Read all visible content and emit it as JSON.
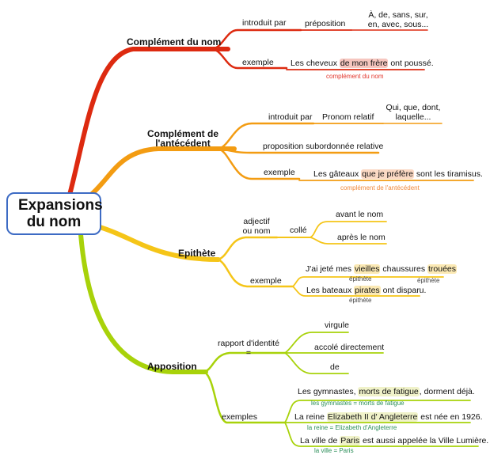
{
  "root": "Expansions du nom",
  "colors": {
    "red": "#dd2a10",
    "orange": "#f39c12",
    "yellow": "#f5c518",
    "green": "#a8d20a",
    "root_border": "#3d6bc4",
    "hl_red": "#f6c6bf",
    "hl_orange": "#fbd9c4",
    "hl_yellow": "#fbe9b4",
    "hl_green": "#f0f2c9",
    "note_red": "#e2342a",
    "note_orange": "#f0893b",
    "note_green": "#2c8f5a"
  },
  "b1": {
    "title": "Complément du nom",
    "introduit_par": "introduit par",
    "preposition": "préposition",
    "prep_list": [
      "À, de, sans, sur,",
      "en, avec, sous..."
    ],
    "exemple": "exemple",
    "ex": {
      "pre": "Les cheveux ",
      "hl": "de mon frère",
      "post": " ont poussé."
    },
    "note": "complément du nom"
  },
  "b2": {
    "title": [
      "Complément de",
      "l'antécédent"
    ],
    "introduit_par": "introduit par",
    "pronom": "Pronom relatif",
    "pron_list": [
      "Qui, que, dont,",
      "laquelle..."
    ],
    "subordonnee": "proposition subordonnée relative",
    "exemple": "exemple",
    "ex": {
      "pre": "Les gâteaux ",
      "hl": "que je préfère",
      "post": " sont les tiramisus."
    },
    "note": "complément de l'antécédent"
  },
  "b3": {
    "title": "Epithète",
    "adjectif": [
      "adjectif",
      "ou nom"
    ],
    "colle": "collé",
    "avant": "avant le nom",
    "apres": "après le nom",
    "exemple": "exemple",
    "ex1": {
      "pre": "J'ai jeté mes ",
      "hl1": "vieilles",
      "mid": " chaussures ",
      "hl2": "trouées"
    },
    "ex2": {
      "pre": "Les bateaux ",
      "hl": "pirates",
      "post": " ont disparu."
    },
    "note": "épithète"
  },
  "b4": {
    "title": "Apposition",
    "rapport": [
      "rapport d'identité",
      "="
    ],
    "virgule": "virgule",
    "accole": "accolé directement",
    "de": "de",
    "exemples": "exemples",
    "ex1": {
      "pre": "Les gymnastes, ",
      "hl": "morts de fatigue",
      "post": ", dorment déjà."
    },
    "note1": "les gymnastes = morts de fatigue",
    "ex2": {
      "pre": "La reine ",
      "hl": "Elizabeth II d' Angleterre",
      "post": " est née en 1926."
    },
    "note2": "la reine = Elizabeth d'Angleterre",
    "ex3": {
      "pre": "La ville de ",
      "hl": "Paris",
      "post": " est aussi appelée la Ville Lumière."
    },
    "note3": "la ville = Paris"
  }
}
